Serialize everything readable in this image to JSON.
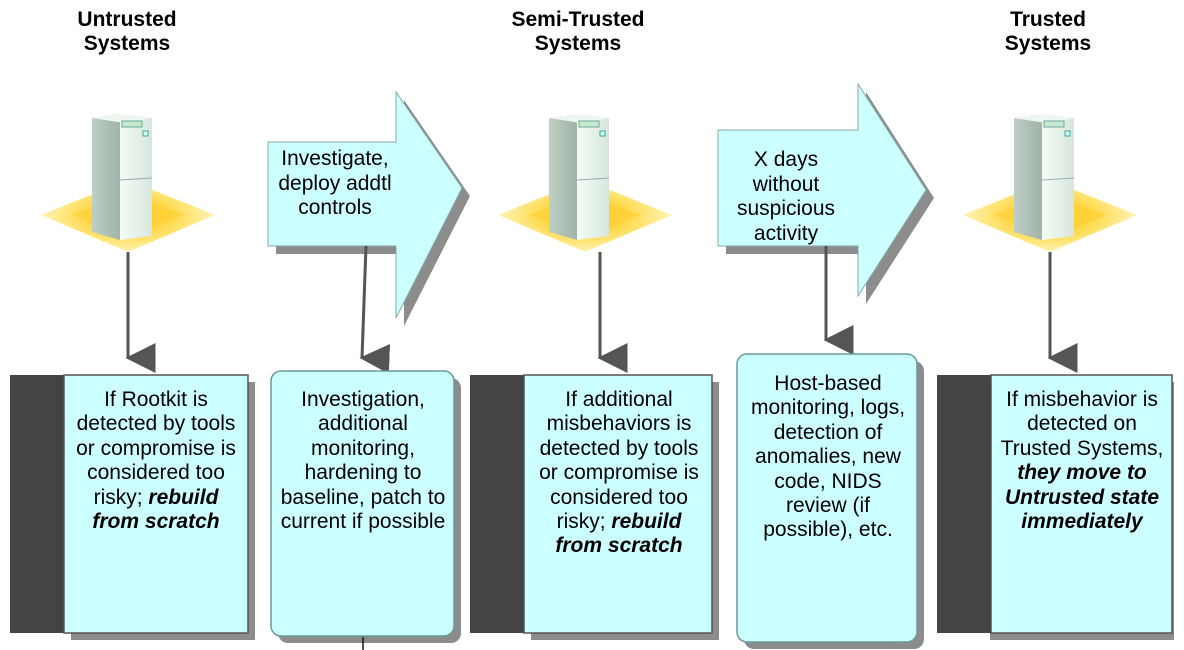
{
  "columns": {
    "untrusted": {
      "title": "Untrusted\nSystems",
      "box_text": "If Rootkit is detected by tools or compromise is considered too risky; ",
      "box_emphasis": "rebuild from scratch"
    },
    "semi": {
      "title": "Semi-Trusted\nSystems",
      "box_text": "If additional misbehaviors is detected by tools or compromise is considered too risky; ",
      "box_emphasis": "rebuild from scratch"
    },
    "trusted": {
      "title": "Trusted\nSystems",
      "box_text": "If misbehavior is detected on Trusted Systems, ",
      "box_emphasis": "they move to Untrusted state immediately"
    }
  },
  "transitions": {
    "first": {
      "arrow_label": "Investigate, deploy addtl controls",
      "box_text": "Investigation, additional monitoring, hardening to baseline, patch to current if possible"
    },
    "second": {
      "arrow_label": "X days without suspicious activity",
      "box_text": "Host-based monitoring, logs, detection of anomalies, new code, NIDS review (if possible), etc."
    }
  },
  "colors": {
    "box_fill": "#ccffff",
    "arrow_fill": "#ccffff",
    "dark_bar": "#444444",
    "pad_outer": "#ffee88",
    "pad_inner": "#ffcc22"
  },
  "icons": [
    "server-icon"
  ]
}
